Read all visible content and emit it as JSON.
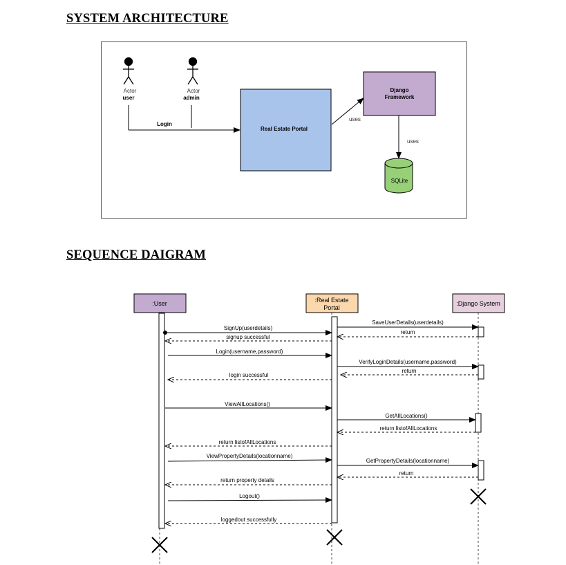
{
  "headings": {
    "architecture": "SYSTEM ARCHITECTURE",
    "sequence": "SEQUENCE DAIGRAM"
  },
  "architecture": {
    "actors": [
      {
        "role": "Actor",
        "name": "user"
      },
      {
        "role": "Actor",
        "name": "admin"
      }
    ],
    "login_label": "Login",
    "portal_label": "Real Estate Portal",
    "django_label_line1": "Django",
    "django_label_line2": "Framework",
    "db_label": "SQLite",
    "uses_label_1": "uses",
    "uses_label_2": "uses",
    "colors": {
      "portal": "#a9c4eb",
      "django": "#c3abd0",
      "db": "#97d077"
    }
  },
  "sequence": {
    "lifelines": [
      {
        "label_line1": ":User",
        "label_line2": "",
        "color": "#c3abd0"
      },
      {
        "label_line1": ":Real Estate",
        "label_line2": "Portal",
        "color": "#fad7ac"
      },
      {
        "label_line1": ":Django System",
        "label_line2": "",
        "color": "#e6d0de"
      }
    ],
    "messages": [
      "SignUp(userdetails)",
      "signup successful",
      "SaveUserDetails(userdetails)",
      "return",
      "Login(username,password)",
      "VerifyLoginDetails(username,password)",
      "return",
      "login successful",
      "ViewAllLocations()",
      "GetAllLocations()",
      "return listofAllLocations",
      "return listofAllLocations",
      "ViewPropertyDetails(locationname)",
      "GetPropertyDetails(locationname)",
      "return",
      "return property details",
      "Logout()",
      "loggedout successfully"
    ]
  }
}
